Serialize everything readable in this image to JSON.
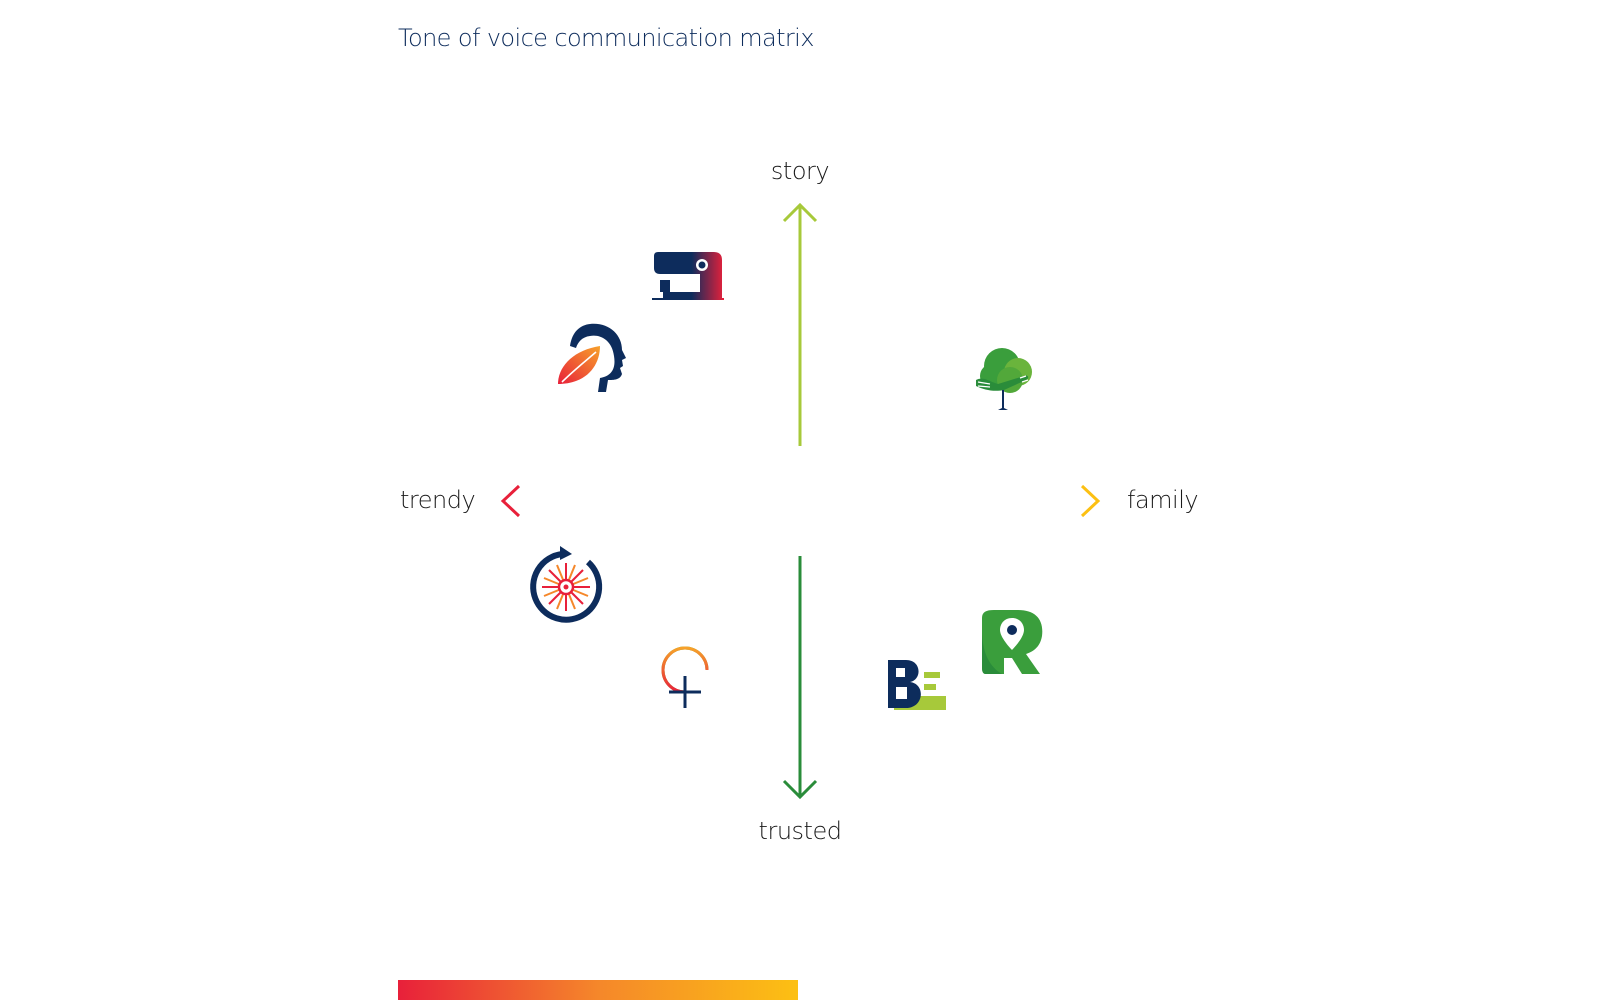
{
  "title": "Tone of voice communication matrix",
  "axes": {
    "top": "story",
    "bottom": "trusted",
    "left": "trendy",
    "right": "family"
  },
  "colors": {
    "title": "#0d2c5c",
    "navy": "#0d2c5c",
    "red": "#e8203a",
    "orange": "#f5872a",
    "yellow": "#fcc013",
    "lime": "#a7c93a",
    "green": "#3a9e3c",
    "darkgreen": "#2a8c3a"
  },
  "logos": [
    {
      "name": "sewing-machine-logo"
    },
    {
      "name": "leaf-head-logo"
    },
    {
      "name": "tree-hands-logo"
    },
    {
      "name": "wheel-cycle-logo"
    },
    {
      "name": "infinity-plus-logo"
    },
    {
      "name": "be-letters-logo",
      "text": "BE"
    },
    {
      "name": "r-pin-logo",
      "text": "R"
    }
  ]
}
